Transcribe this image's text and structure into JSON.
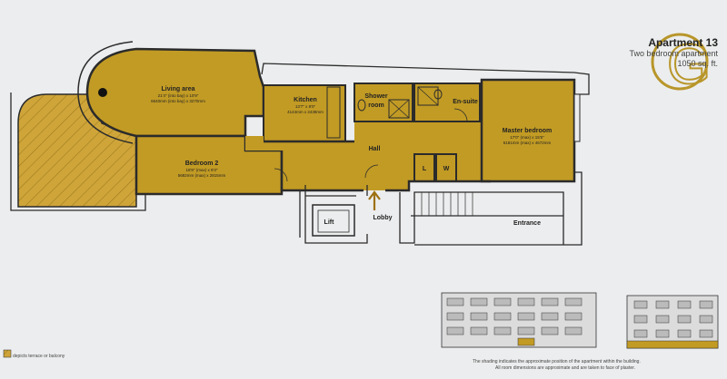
{
  "brand": {
    "letter": "G",
    "accent": "#b8962a"
  },
  "title": {
    "name": "Apartment 13",
    "type": "Two bedroom apartment",
    "area": "1050 sq. ft."
  },
  "rooms": {
    "living": {
      "name": "Living area",
      "dims_imperial": "21'4\" (into bay) x 10'9\"",
      "dims_metric": "6640mm (into bay) x 3270mm"
    },
    "kitchen": {
      "name": "Kitchen",
      "dims_imperial": "13'7\" x 8'0\"",
      "dims_metric": "4144mm x 2438mm"
    },
    "shower": {
      "line1": "Shower",
      "line2": "room"
    },
    "ensuite": {
      "name": "En-suite"
    },
    "master": {
      "name": "Master bedroom",
      "dims_imperial": "17'0\" (max) x 15'5\"",
      "dims_metric": "5181mm (max) x 4672mm"
    },
    "bedroom2": {
      "name": "Bedroom 2",
      "dims_imperial": "18'8\" (max) x 9'3\"",
      "dims_metric": "5682mm (max) x 2815mm"
    },
    "hall": {
      "name": "Hall"
    },
    "linen": {
      "name": "L"
    },
    "wardrobe": {
      "name": "W"
    },
    "lift": {
      "name": "Lift"
    },
    "lobby": {
      "name": "Lobby"
    },
    "entrance": {
      "name": "Entrance"
    }
  },
  "legend": {
    "text": "depicts terrace or balcony"
  },
  "footnotes": [
    "The shading indicates the approximate position of the apartment within the building.",
    "All room dimensions are approximate and are taken to face of plaster."
  ],
  "colors": {
    "room_fill": "#c29b24",
    "terrace_fill": "#cfa53a",
    "wall": "#2b2b2b",
    "paper": "#ecedee"
  }
}
